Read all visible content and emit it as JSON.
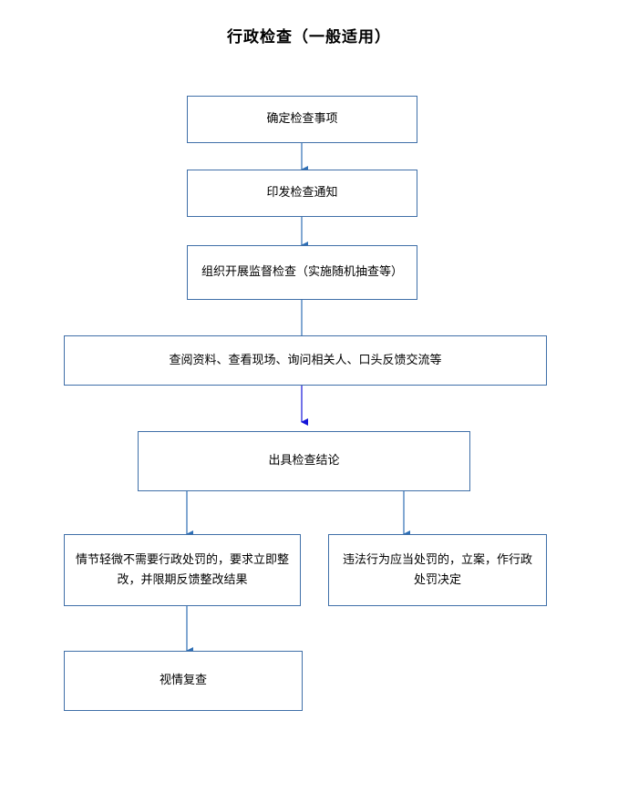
{
  "title": "行政检查（一般适用）",
  "colors": {
    "box_border": "#3f6fa8",
    "connector": "#2f6fb5",
    "connector_dark": "#1414d8"
  },
  "nodes": {
    "confirm_items": "确定检查事项",
    "issue_notice": "印发检查通知",
    "organize_inspection": "组织开展监督检查（实施随机抽查等）",
    "inspection_methods": "查阅资料、查看现场、询问相关人、口头反馈交流等",
    "issue_conclusion": "出具检查结论",
    "minor_case": "情节轻微不需要行政处罚的，要求立即整改，并限期反馈整改结果",
    "violation_case": "违法行为应当处罚的，立案，作行政处罚决定",
    "review": "视情复查"
  }
}
